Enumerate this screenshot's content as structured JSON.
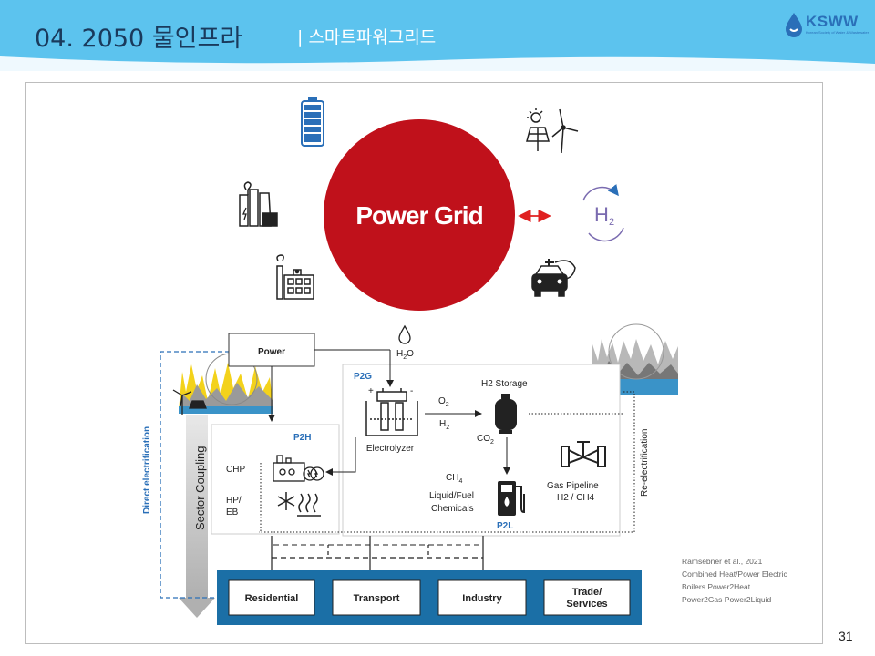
{
  "header": {
    "title": "04. 2050 물인프라",
    "subtitle": "| 스마트파워그리드",
    "logo_text": "KSWW",
    "logo_subtext": "Korean Society of Water & Wastewater"
  },
  "top": {
    "power_grid_label": "Power Grid",
    "h2_label": "H",
    "h2_sub": "2"
  },
  "diagram": {
    "power": "Power",
    "h2o": "H",
    "h2o_sub": "2",
    "h2o_tail": "O",
    "p2g": "P2G",
    "electrolyzer": "Electrolyzer",
    "o2": "O",
    "o2_sub": "2",
    "h2": "H",
    "h2_sub": "2",
    "h2_storage": "H2 Storage",
    "co2": "CO",
    "co2_sub": "2",
    "ch4": "CH",
    "ch4_sub": "4",
    "liquid_fuel_1": "Liquid/Fuel",
    "liquid_fuel_2": "Chemicals",
    "p2l": "P2L",
    "gas_pipeline_1": "Gas Pipeline",
    "gas_pipeline_2": "H2 / CH4",
    "re_electrification": "Re-electrification",
    "p2h": "P2H",
    "chp": "CHP",
    "hp_eb_1": "HP/",
    "hp_eb_2": "EB",
    "direct_electrification": "Direct electrification",
    "sector_coupling": "Sector Coupling",
    "residential": "Residential",
    "transport": "Transport",
    "industry": "Industry",
    "trade_1": "Trade/",
    "trade_2": "Services"
  },
  "citation": "Ramsebner et al., 2021  Combined Heat/Power  Electric Boilers  Power2Heat  Power2Gas  Power2Liquid",
  "page_number": "31",
  "colors": {
    "header_bg": "#5cc3ee",
    "grid_red": "#c0111b",
    "sector_blue": "#1b6fa6",
    "icon_blue": "#2a6fb8",
    "h2_purple": "#7a6bb0"
  }
}
